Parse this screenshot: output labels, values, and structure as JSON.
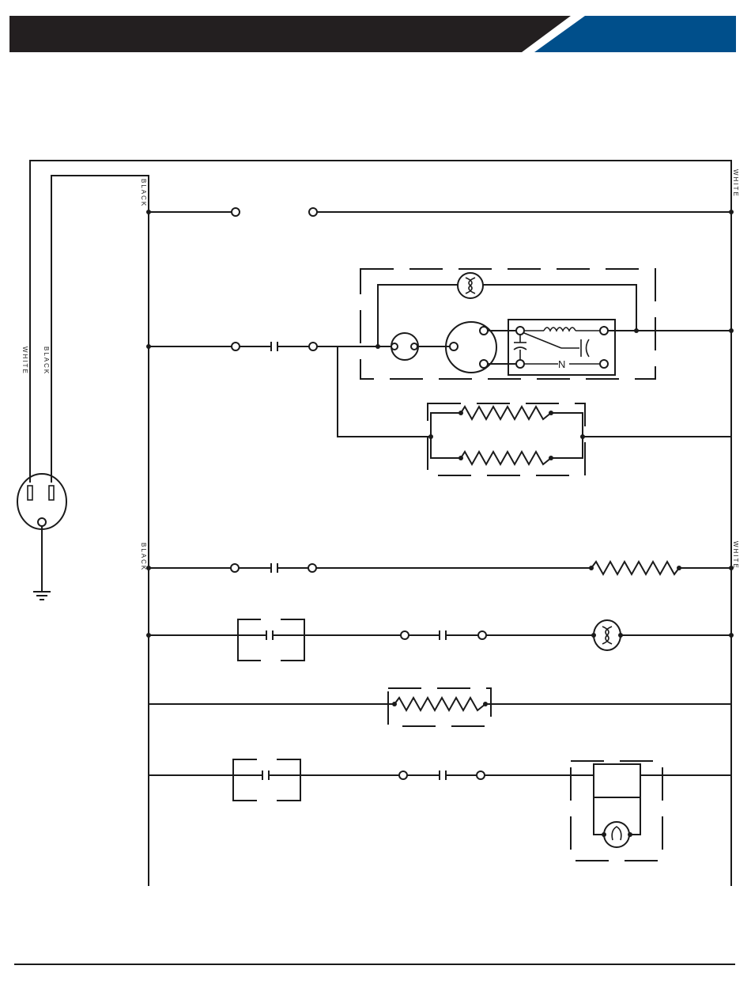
{
  "header": {
    "bar_color": "#231f20",
    "accent_color": "#004f8b"
  },
  "wire_labels": {
    "top_left": "BLACK",
    "top_right": "WHITE",
    "cord_white": "WHITE",
    "cord_black": "BLACK",
    "mid_left": "BLACK",
    "mid_right": "WHITE"
  },
  "relay_labels": {
    "n_mark": "N"
  },
  "icons": [
    "plug-icon",
    "ground-icon",
    "fan-motor-icon",
    "compressor-icon",
    "overload-icon",
    "relay-icon",
    "heater-icon",
    "switch-icon",
    "lamp-icon"
  ]
}
